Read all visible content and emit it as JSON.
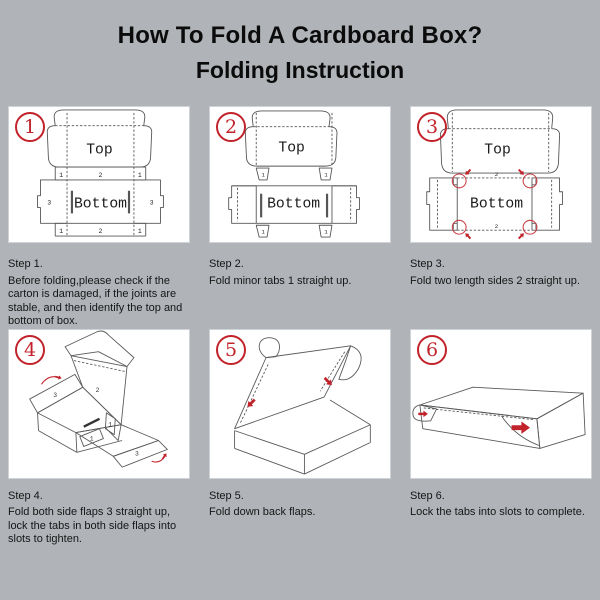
{
  "title": {
    "line1": "How To Fold A Cardboard Box?",
    "line2": "Folding Instruction"
  },
  "colors": {
    "background": "#b0b4b9",
    "panel": "#ffffff",
    "accent_red": "#c2232b",
    "line_color": "#555555"
  },
  "steps": [
    {
      "number": "1",
      "heading": "Step 1.",
      "description": "Before folding,please check if the carton is damaged, if the joints are stable, and then identify the top and bottom of box.",
      "diagram": {
        "top_label": "Top",
        "bottom_label": "Bottom",
        "minor_tab_label": "1",
        "length_side_label": "2",
        "side_flap_label": "3"
      }
    },
    {
      "number": "2",
      "heading": "Step 2.",
      "description": "Fold minor tabs 1 straight up.",
      "diagram": {
        "top_label": "Top",
        "bottom_label": "Bottom",
        "minor_tab_label": "1"
      }
    },
    {
      "number": "3",
      "heading": "Step 3.",
      "description": "Fold two length sides 2 straight up.",
      "diagram": {
        "top_label": "Top",
        "bottom_label": "Bottom",
        "length_side_label": "2"
      }
    },
    {
      "number": "4",
      "heading": "Step 4.",
      "description": "Fold both side flaps 3 straight up, lock the tabs in both side flaps into slots to tighten.",
      "diagram": {
        "side_flap_label": "3",
        "length_side_label": "2",
        "minor_tab_label": "1"
      }
    },
    {
      "number": "5",
      "heading": "Step 5.",
      "description": "Fold down back flaps.",
      "diagram": {}
    },
    {
      "number": "6",
      "heading": "Step 6.",
      "description": "Lock the tabs into slots to complete.",
      "diagram": {}
    }
  ]
}
